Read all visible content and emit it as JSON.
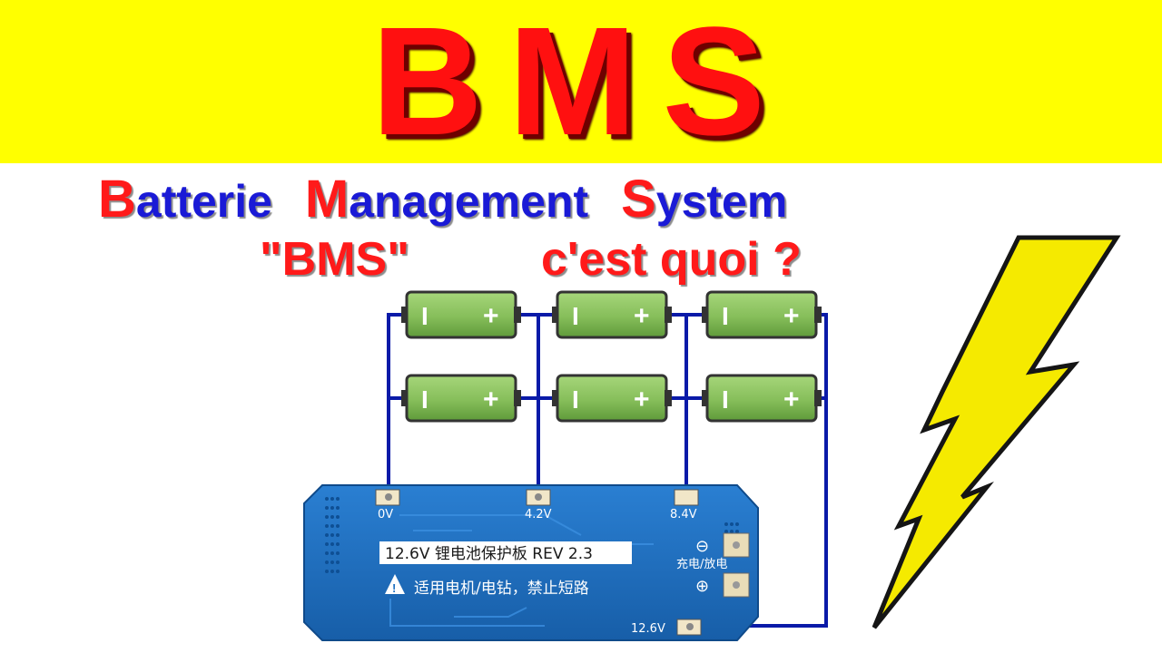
{
  "title": {
    "text": "BMS"
  },
  "subtitle": {
    "line1": [
      {
        "cap": "B",
        "rest": "atterie"
      },
      {
        "cap": "M",
        "rest": "anagement"
      },
      {
        "cap": "S",
        "rest": "ystem"
      }
    ],
    "line2_quoted": "\"BMS\"",
    "line2_question": "c'est quoi ?"
  },
  "battery": {
    "minus": "I",
    "plus": "+"
  },
  "pcb": {
    "pads": {
      "p0": "0V",
      "p1": "4.2V",
      "p2": "8.4V",
      "p3": "12.6V"
    },
    "label_main": "12.6V 锂电池保护板 REV 2.3",
    "label_warn": "适用电机/电钻，禁止短路",
    "label_charge": "充电/放电",
    "minus_symbol": "⊖",
    "plus_symbol": "⊕"
  },
  "colors": {
    "banner": "#ffff00",
    "title_red": "#ff1010",
    "blue_text": "#1a1ad6",
    "wire": "#0a1aa8",
    "battery_green": "#86be5a",
    "pcb_blue": "#1e6fc0",
    "bolt_yellow": "#f5ea00"
  }
}
